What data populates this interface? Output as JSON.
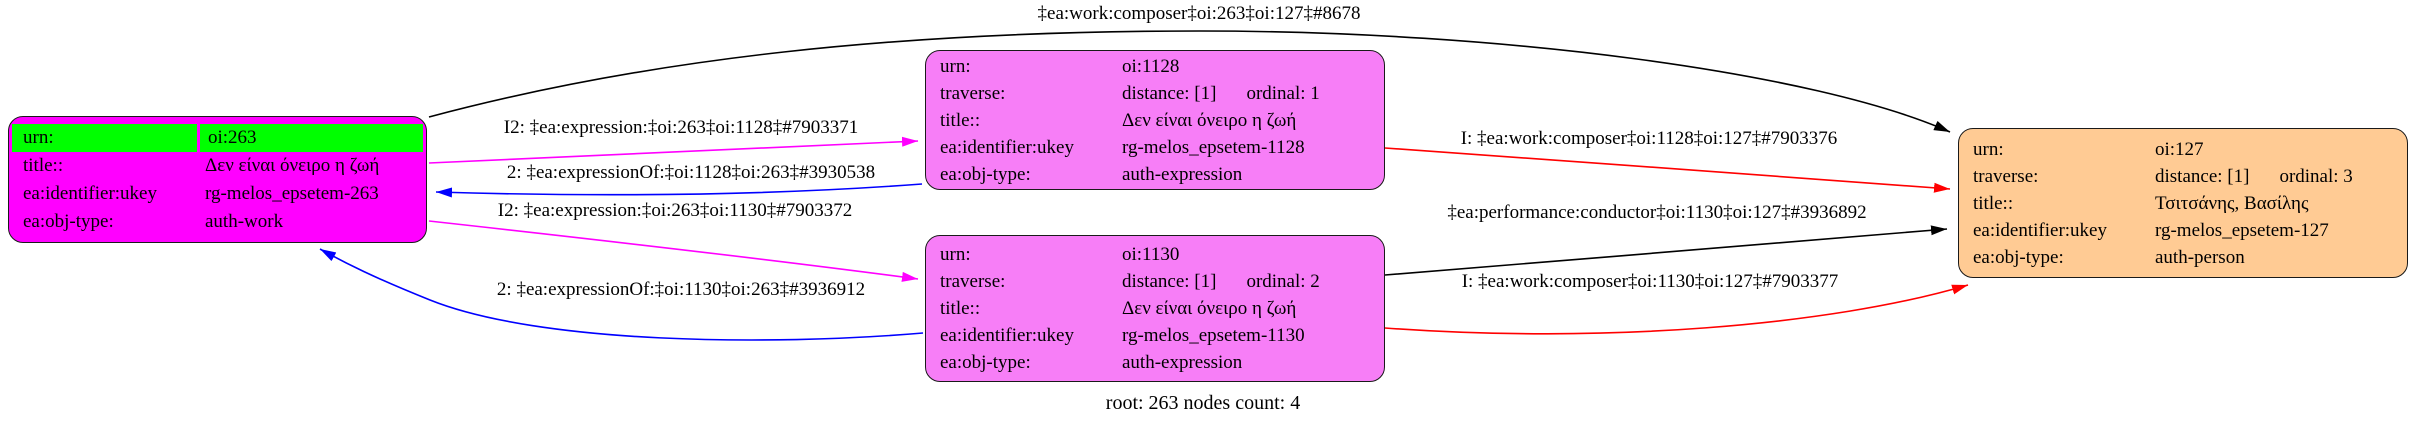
{
  "colors": {
    "work_fill": "#FF00FF",
    "expression_fill": "#F77EF7",
    "person_fill": "#FFCB94",
    "urn_highlight": "#00FF00",
    "edge_black": "#000000",
    "edge_magenta": "#FF00FF",
    "edge_blue": "#0000FF",
    "edge_red": "#FF0000"
  },
  "nodes": {
    "work263": {
      "rows": [
        {
          "label": "urn:",
          "value": "oi:263"
        },
        {
          "label": "title::",
          "value": "Δεν είναι όνειρο η ζωή"
        },
        {
          "label": "ea:identifier:ukey",
          "value": "rg-melos_epsetem-263"
        },
        {
          "label": "ea:obj-type:",
          "value": "auth-work"
        }
      ]
    },
    "expr1128": {
      "rows": [
        {
          "label": "urn:",
          "value": "oi:1128"
        },
        {
          "label": "traverse:",
          "value": "distance: [1]",
          "value2": "ordinal: 1"
        },
        {
          "label": "title::",
          "value": "Δεν είναι όνειρο η ζωή"
        },
        {
          "label": "ea:identifier:ukey",
          "value": "rg-melos_epsetem-1128"
        },
        {
          "label": "ea:obj-type:",
          "value": "auth-expression"
        }
      ]
    },
    "expr1130": {
      "rows": [
        {
          "label": "urn:",
          "value": "oi:1130"
        },
        {
          "label": "traverse:",
          "value": "distance: [1]",
          "value2": "ordinal: 2"
        },
        {
          "label": "title::",
          "value": "Δεν είναι όνειρο η ζωή"
        },
        {
          "label": "ea:identifier:ukey",
          "value": "rg-melos_epsetem-1130"
        },
        {
          "label": "ea:obj-type:",
          "value": "auth-expression"
        }
      ]
    },
    "person127": {
      "rows": [
        {
          "label": "urn:",
          "value": "oi:127"
        },
        {
          "label": "traverse:",
          "value": "distance: [1]",
          "value2": "ordinal: 3"
        },
        {
          "label": "title::",
          "value": "Τσιτσάνης, Βασίλης"
        },
        {
          "label": "ea:identifier:ukey",
          "value": "rg-melos_epsetem-127"
        },
        {
          "label": "ea:obj-type:",
          "value": "auth-person"
        }
      ]
    }
  },
  "edges": [
    {
      "label": "‡ea:work:composer‡oi:263‡oi:127‡#8678",
      "color": "#000000"
    },
    {
      "label": "I2: ‡ea:expression:‡oi:263‡oi:1128‡#7903371",
      "color": "#FF00FF"
    },
    {
      "label": "2: ‡ea:expressionOf:‡oi:1128‡oi:263‡#3930538",
      "color": "#0000FF"
    },
    {
      "label": "I2: ‡ea:expression:‡oi:263‡oi:1130‡#7903372",
      "color": "#FF00FF"
    },
    {
      "label": "2: ‡ea:expressionOf:‡oi:1130‡oi:263‡#3936912",
      "color": "#0000FF"
    },
    {
      "label": "I: ‡ea:work:composer‡oi:1128‡oi:127‡#7903376",
      "color": "#FF0000"
    },
    {
      "label": "‡ea:performance:conductor‡oi:1130‡oi:127‡#3936892",
      "color": "#000000"
    },
    {
      "label": "I: ‡ea:work:composer‡oi:1130‡oi:127‡#7903377",
      "color": "#FF0000"
    }
  ],
  "footer": "root: 263 nodes count: 4"
}
